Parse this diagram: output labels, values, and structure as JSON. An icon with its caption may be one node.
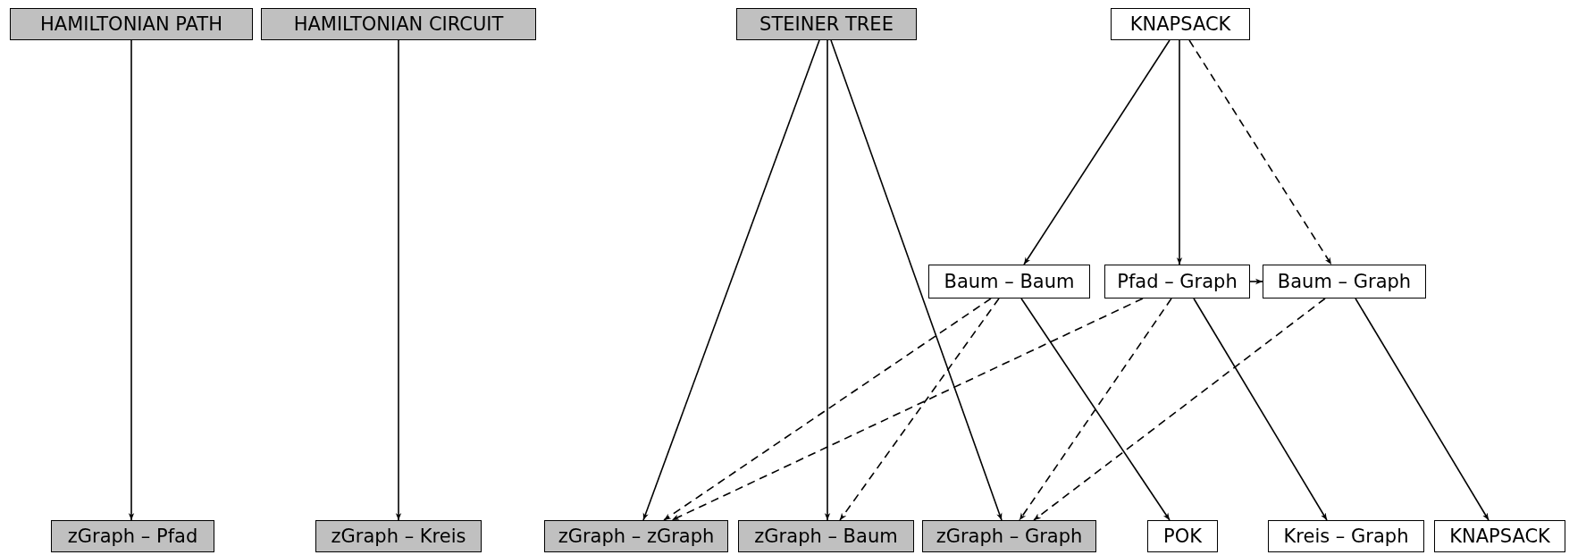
{
  "diagram": {
    "nodes": [
      {
        "text": [
          "HAMILTONIAN PATH"
        ]
      },
      {
        "text": [
          "HAMILTONIAN CIRCUIT"
        ]
      },
      {
        "text": [
          "STEINER TREE"
        ]
      },
      {
        "text": [
          "KNAPSACK"
        ]
      },
      {
        "text": [
          "Baum – Baum"
        ]
      },
      {
        "text": [
          "Pfad – Graph"
        ]
      },
      {
        "text": [
          "Baum – Graph"
        ]
      },
      {
        "text": [
          "zGraph – Pfad"
        ]
      },
      {
        "text": [
          "zGraph – Kreis"
        ]
      },
      {
        "text": [
          "zGraph – zGraph"
        ]
      },
      {
        "text": [
          "zGraph – Baum"
        ]
      },
      {
        "text": [
          "zGraph – Graph"
        ]
      },
      {
        "text": [
          "POK"
        ]
      },
      {
        "text": [
          "Kreis – Graph"
        ]
      },
      {
        "text": [
          "KNAPSACK"
        ]
      }
    ],
    "edges": [
      {
        "from": 0,
        "to": 7,
        "arrow": "to"
      },
      {
        "from": 1,
        "to": 8,
        "arrow": "to"
      },
      {
        "from": 2,
        "to": 9,
        "arrow": "to"
      },
      {
        "from": 2,
        "to": 10,
        "arrow": "to"
      },
      {
        "from": 2,
        "to": 11,
        "arrow": "to"
      },
      {
        "from": 3,
        "to": 4,
        "arrow": "to"
      },
      {
        "from": 3,
        "to": 5,
        "arrow": "to"
      },
      {
        "from": 3,
        "to": 6,
        "arrow": "to",
        "style": "dashed"
      },
      {
        "from": 5,
        "to": 6,
        "arrow": "to"
      },
      {
        "from": 4,
        "to": 9,
        "arrow": "to",
        "style": "dashed"
      },
      {
        "from": 4,
        "to": 10,
        "arrow": "to",
        "style": "dashed"
      },
      {
        "from": 4,
        "to": 12,
        "arrow": "to"
      },
      {
        "from": 5,
        "to": 9,
        "arrow": "to",
        "style": "dashed"
      },
      {
        "from": 5,
        "to": 11,
        "arrow": "to",
        "style": "dashed"
      },
      {
        "from": 5,
        "to": 13,
        "arrow": "to"
      },
      {
        "from": 6,
        "to": 11,
        "arrow": "to",
        "style": "dashed"
      },
      {
        "from": 6,
        "to": 14,
        "arrow": "to"
      }
    ]
  }
}
